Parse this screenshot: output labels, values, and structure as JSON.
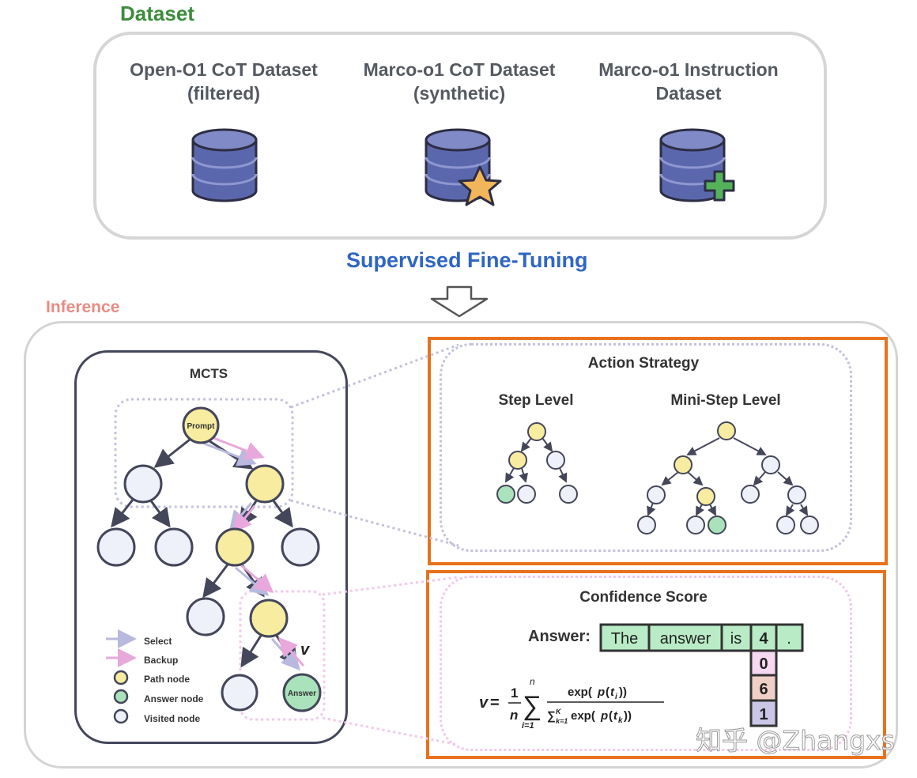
{
  "dataset": {
    "title": "Dataset",
    "items": [
      {
        "label": "Open-O1 CoT Dataset\n(filtered)",
        "badge": "none"
      },
      {
        "label": "Marco-o1 CoT Dataset\n(synthetic)",
        "badge": "star"
      },
      {
        "label": "Marco-o1 Instruction\nDataset",
        "badge": "plus"
      }
    ]
  },
  "sft_label": "Supervised Fine-Tuning",
  "inference": {
    "title": "Inference",
    "mcts": {
      "title": "MCTS",
      "prompt_node": "Prompt",
      "answer_node": "Answer",
      "value_symbol": "v",
      "legend": [
        "Select",
        "Backup",
        "Path node",
        "Answer node",
        "Visited node"
      ]
    },
    "action_strategy": {
      "title": "Action Strategy",
      "step_level": "Step Level",
      "mini_step_level": "Mini-Step Level"
    },
    "confidence": {
      "title": "Confidence Score",
      "answer_label": "Answer:",
      "tokens": [
        "The",
        "answer",
        "is",
        "4",
        "."
      ],
      "candidates": [
        "0",
        "6",
        "1"
      ]
    }
  },
  "watermark": "知乎 @Zhangxs",
  "colors": {
    "dataset_title": "#3d8b3d",
    "sft_label": "#2f66c4",
    "inference_title": "#e88c84",
    "highlight_box": "#e8721c",
    "path_node": "#f7eca0",
    "answer_node": "#a9e2bb",
    "visited_node": "#eef0fa",
    "select_arrow": "#b9b9df",
    "backup_arrow": "#e8a8dc",
    "db_fill": "#5b67ad"
  }
}
